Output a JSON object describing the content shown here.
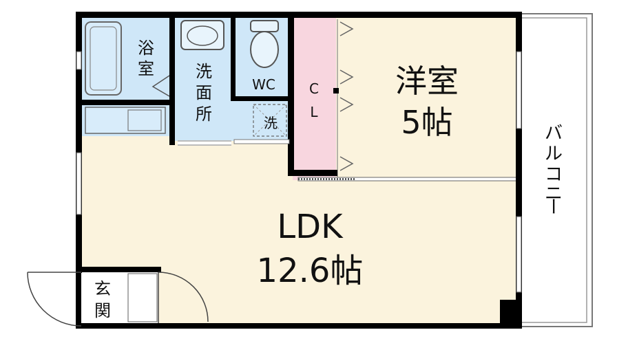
{
  "floor_plan": {
    "rooms": {
      "bath": {
        "label_lines": [
          "浴",
          "室"
        ]
      },
      "washroom": {
        "label_lines": [
          "洗",
          "面",
          "所"
        ]
      },
      "toilet": {
        "label": "WC"
      },
      "washer": {
        "label": "洗"
      },
      "closet": {
        "label_lines": [
          "C",
          "L"
        ]
      },
      "western_room": {
        "name": "洋室",
        "size": "5帖"
      },
      "ldk": {
        "name": "LDK",
        "size": "12.6帖"
      },
      "entrance": {
        "label_lines": [
          "玄",
          "関"
        ]
      },
      "balcony": {
        "label_lines": [
          "バ",
          "ル",
          "コ",
          "ニ",
          "ー"
        ]
      }
    },
    "colors": {
      "wall": "#000000",
      "ldk_floor": "#fbf3dd",
      "wet_area": "#cfe7f8",
      "closet": "#f8d6df",
      "balcony": "#ffffff"
    }
  }
}
